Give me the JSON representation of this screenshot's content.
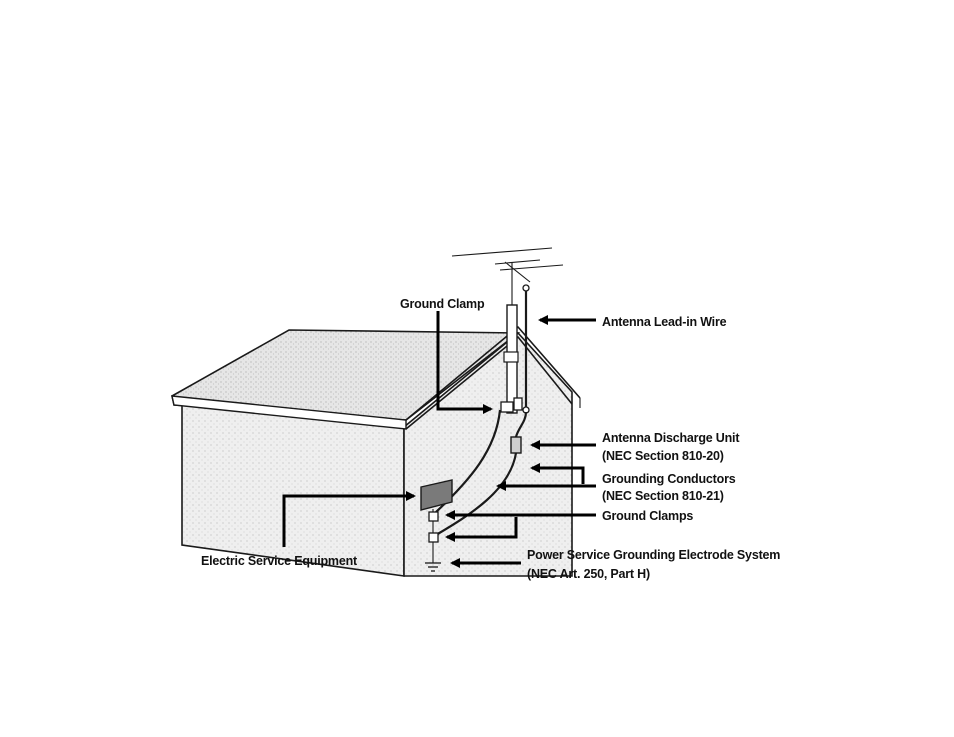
{
  "labels": {
    "ground_clamp": "Ground Clamp",
    "antenna_lead_in_wire": "Antenna Lead-in Wire",
    "antenna_discharge_unit_1": "Antenna Discharge Unit",
    "antenna_discharge_unit_2": "(NEC Section 810-20)",
    "grounding_conductors_1": "Grounding Conductors",
    "grounding_conductors_2": "(NEC Section 810-21)",
    "ground_clamps": "Ground Clamps",
    "electric_service_equipment": "Electric Service Equipment",
    "power_service_1": "Power Service Grounding Electrode System",
    "power_service_2": "(NEC Art. 250, Part H)"
  },
  "colors": {
    "line": "#1a1a1a",
    "wall_fill": "#ececec",
    "roof_fill": "#e4e4e4",
    "arrow": "#000000"
  }
}
